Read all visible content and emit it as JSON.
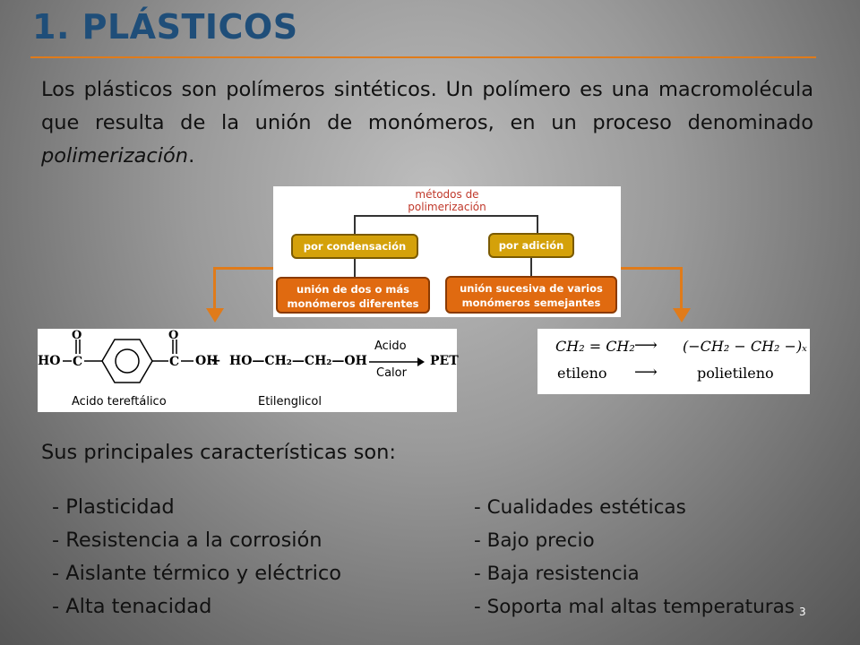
{
  "title": "1. PLÁSTICOS",
  "intro": {
    "text": "Los plásticos son polímeros sintéticos. Un polímero es una macromolécula que resulta de la unión de monómeros, en un proceso denominado ",
    "emphasis": "polimerización",
    "end": "."
  },
  "diagram": {
    "header_line1": "métodos de",
    "header_line2": "polimerización",
    "left_method": "por condensación",
    "right_method": "por adición",
    "left_desc_line1": "unión de dos o más",
    "left_desc_line2": "monómeros diferentes",
    "right_desc_line1": "unión sucesiva de varios",
    "right_desc_line2": "monómeros semejantes"
  },
  "equation_left": {
    "acid_label": "Acido tereftálico",
    "glycol_label": "Etilenglicol",
    "catalyst_top": "Acido",
    "catalyst_bottom": "Calor",
    "product": "PET",
    "ho_left": "HO",
    "oh_right": "OH",
    "plus": "+",
    "glycol_formula": "HO—CH₂—CH₂—OH"
  },
  "equation_right": {
    "reactant": "CH₂ = CH₂",
    "product": "(−CH₂ − CH₂ −)ₓ",
    "reactant_name": "etileno",
    "product_name": "polietileno"
  },
  "subtitle": "Sus principales características son:",
  "characteristics_left": [
    "- Plasticidad",
    "- Resistencia a la corrosión",
    "- Aislante térmico y eléctrico",
    "- Alta tenacidad"
  ],
  "characteristics_right": [
    "- Cualidades estéticas",
    "- Bajo precio",
    "- Baja resistencia",
    "- Soporta mal altas temperaturas"
  ],
  "page_number": "3",
  "colors": {
    "title": "#1f4e79",
    "accent": "#e07b1a",
    "box_gold": "#d4a10a",
    "box_orange": "#e06a10"
  }
}
